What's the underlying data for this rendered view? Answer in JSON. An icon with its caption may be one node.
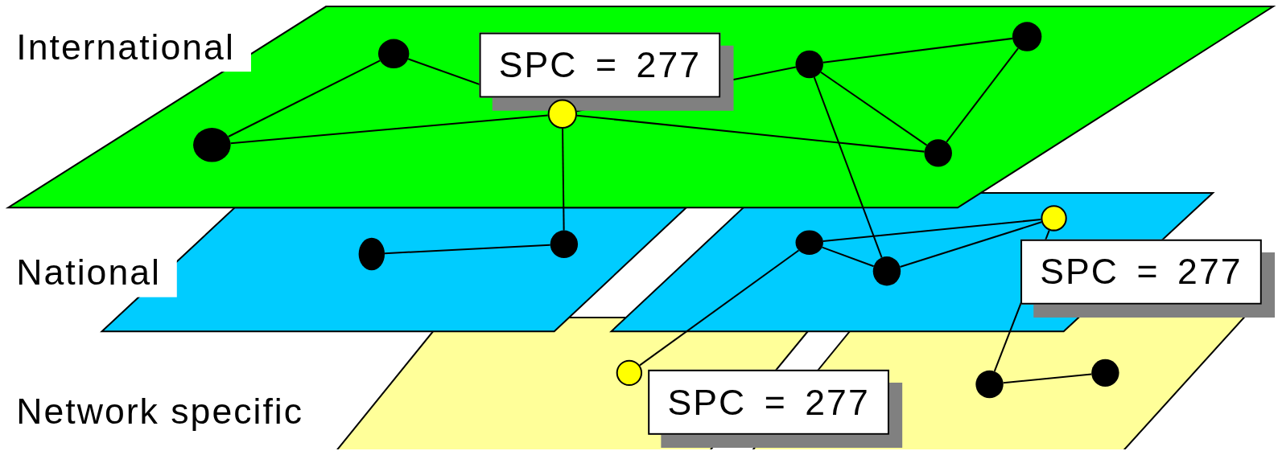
{
  "diagram": {
    "nodes": [
      {
        "text": [],
        "shape": "circle"
      },
      {
        "text": [],
        "shape": "circle"
      },
      {
        "text": [],
        "shape": "circle",
        "beside": [
          "SPC = 277"
        ]
      },
      {
        "text": [],
        "shape": "circle"
      },
      {
        "text": [],
        "shape": "circle"
      },
      {
        "text": [],
        "shape": "circle"
      },
      {
        "text": [],
        "shape": "circle"
      },
      {
        "text": [],
        "shape": "circle"
      },
      {
        "text": [],
        "shape": "circle"
      },
      {
        "text": [],
        "shape": "circle"
      },
      {
        "text": [],
        "shape": "circle",
        "beside": [
          "SPC = 277"
        ]
      },
      {
        "text": [],
        "shape": "circle",
        "beside": [
          "SPC = 277"
        ]
      },
      {
        "text": [],
        "shape": "circle"
      },
      {
        "text": [],
        "shape": "circle"
      }
    ],
    "edges": [
      {
        "from": 1,
        "to": 0,
        "arrow": "none"
      },
      {
        "from": 0,
        "to": 2,
        "arrow": "none"
      },
      {
        "from": 2,
        "to": 3,
        "arrow": "none"
      },
      {
        "from": 1,
        "to": 2,
        "arrow": "none"
      },
      {
        "from": 2,
        "to": 5,
        "arrow": "none"
      },
      {
        "from": 2,
        "to": 7,
        "arrow": "none"
      },
      {
        "from": 3,
        "to": 4,
        "arrow": "none"
      },
      {
        "from": 3,
        "to": 5,
        "arrow": "none"
      },
      {
        "from": 4,
        "to": 5,
        "arrow": "none"
      },
      {
        "from": 3,
        "to": 9,
        "arrow": "none"
      },
      {
        "from": 6,
        "to": 7,
        "arrow": "none"
      },
      {
        "from": 8,
        "to": 10,
        "arrow": "none"
      },
      {
        "from": 8,
        "to": 9,
        "arrow": "none"
      },
      {
        "from": 9,
        "to": 10,
        "arrow": "none"
      },
      {
        "from": 11,
        "to": 8,
        "arrow": "none"
      },
      {
        "from": 10,
        "to": 12,
        "arrow": "none"
      },
      {
        "from": 12,
        "to": 13,
        "arrow": "none"
      }
    ],
    "labels": [
      "International",
      "National",
      "Network specific"
    ]
  }
}
